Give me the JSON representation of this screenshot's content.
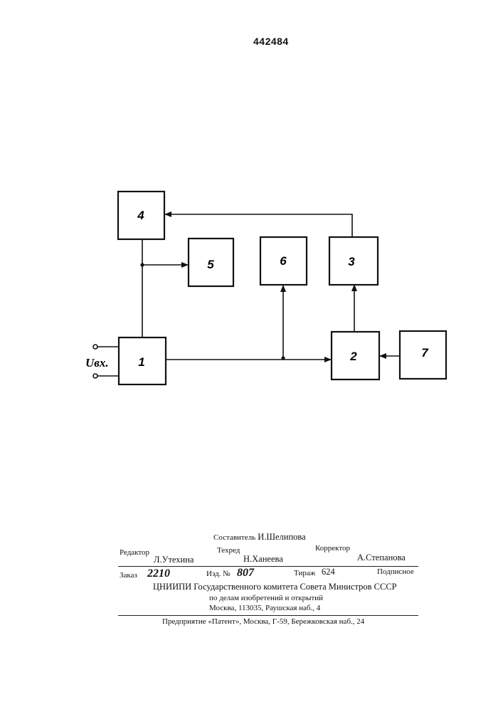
{
  "patent_number": "442484",
  "diagram": {
    "blocks": [
      {
        "id": "b1",
        "label": "1"
      },
      {
        "id": "b2",
        "label": "2"
      },
      {
        "id": "b3",
        "label": "3"
      },
      {
        "id": "b4",
        "label": "4"
      },
      {
        "id": "b5",
        "label": "5"
      },
      {
        "id": "b6",
        "label": "6"
      },
      {
        "id": "b7",
        "label": "7"
      }
    ],
    "input_label": "Uвх."
  },
  "footer": {
    "compiler_label": "Составитель",
    "compiler_name": "И.Шелипова",
    "editor_label": "Редактор",
    "editor_name": "Л.Утехина",
    "techred_label": "Техред",
    "techred_name": "Н.Ханеева",
    "corrector_label": "Корректор",
    "corrector_name": "А.Степанова",
    "order_label": "Заказ",
    "order_value": "2210",
    "izd_label": "Изд. №",
    "izd_value": "807",
    "tirazh_label": "Тираж",
    "tirazh_value": "624",
    "podpisnoe": "Подписное",
    "org_line1": "ЦНИИПИ Государственного комитета Совета Министров СССР",
    "org_line2": "по делам изобретений и открытий",
    "org_line3": "Москва, 113035, Раушская наб., 4",
    "enterprise": "Предприятие «Патент», Москва, Г-59, Бережковская наб., 24"
  }
}
